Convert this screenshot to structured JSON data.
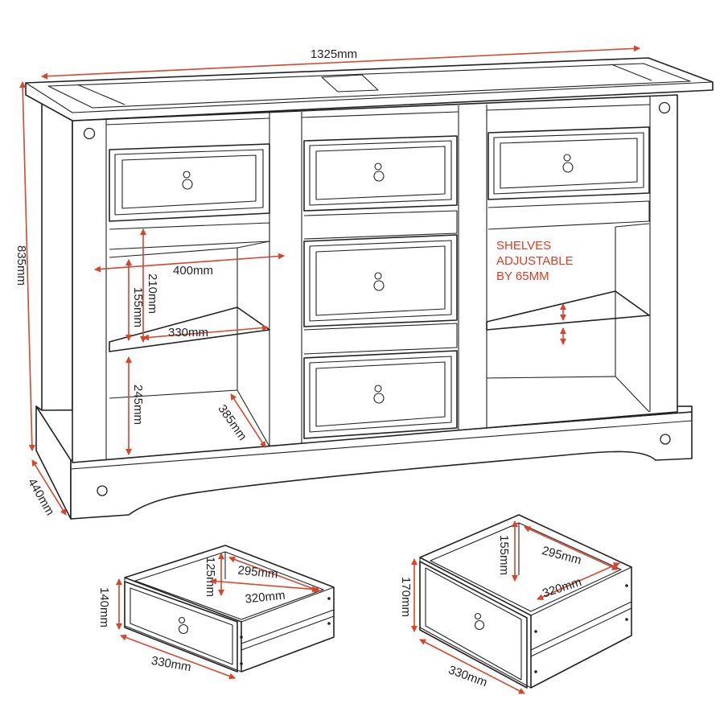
{
  "dimensions": {
    "width": "1325mm",
    "height": "835mm",
    "depth": "440mm",
    "inner_width": "400mm",
    "inner_height_upper": "210mm",
    "shelf_gap": "155mm",
    "shelf_width": "330mm",
    "inner_height_lower": "245mm",
    "inner_depth": "385mm"
  },
  "shelf_note": [
    "SHELVES",
    "ADJUSTABLE",
    "BY 65MM"
  ],
  "small_drawer": {
    "height": "140mm",
    "inner_height": "125mm",
    "inner_width": "295mm",
    "inner_depth": "320mm",
    "width": "330mm"
  },
  "large_drawer": {
    "height": "170mm",
    "inner_height": "155mm",
    "inner_width": "295mm",
    "inner_depth": "320mm",
    "width": "330mm"
  },
  "colors": {
    "dimension_line": "#d6452d",
    "note_text": "#e03a24",
    "outline": "#222222"
  }
}
